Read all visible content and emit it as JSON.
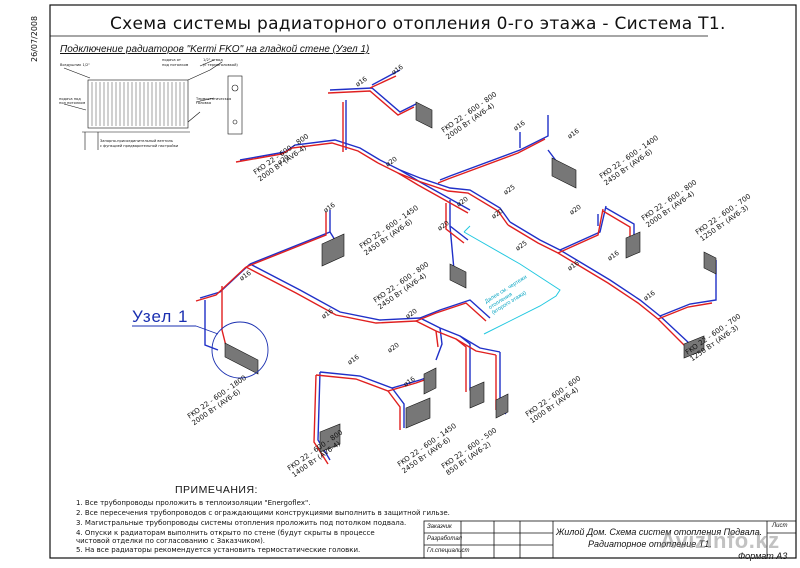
{
  "header": {
    "title": "Схема системы радиаторного отопления 0-го этажа - Система Т1.",
    "subtitle": "Подключение радиаторов \"Kermi FKO\" на гладкой стене (Узел 1)",
    "date": "26/07/2008"
  },
  "uzel": {
    "label": "Узел 1"
  },
  "radiators": [
    {
      "line1": "FKO 22 - 600 - 800",
      "line2": "2000 Вт (AV6-4)"
    },
    {
      "line1": "FKO 22 - 600 - 800",
      "line2": "2000 Вт (AV6-4)"
    },
    {
      "line1": "FKO 22 - 600 - 1400",
      "line2": "2450 Вт (AV6-6)"
    },
    {
      "line1": "FKO 22 - 600 - 800",
      "line2": "2000 Вт (AV6-4)"
    },
    {
      "line1": "FKO 22 - 600 - 700",
      "line2": "1250 Вт (AV6-3)"
    },
    {
      "line1": "FKO 22 - 600 - 1450",
      "line2": "2450 Вт (AV6-6)"
    },
    {
      "line1": "FKO 22 - 600 - 800",
      "line2": "2450 Вт (AV6-4)"
    },
    {
      "line1": "FKO 22 - 600 - 700",
      "line2": "1250 Вт (AV6-3)"
    },
    {
      "line1": "FKO 22 - 600 - 1800",
      "line2": "2000 Вт (AV6-6)"
    },
    {
      "line1": "FKO 22 - 600 - 600",
      "line2": "1000 Вт (AV6-4)"
    },
    {
      "line1": "FKO 22 - 600 - 800",
      "line2": "1400 Вт (AV6-4)"
    },
    {
      "line1": "FKO 22 - 600 - 1450",
      "line2": "2450 Вт (AV6-6)"
    },
    {
      "line1": "FKO 22 - 600 - 500",
      "line2": "850 Вт (AV6-2)"
    }
  ],
  "diameters": [
    "ø16",
    "ø16",
    "ø16",
    "ø16",
    "ø16",
    "ø16",
    "ø20",
    "ø20",
    "ø20",
    "ø20",
    "ø25",
    "ø25",
    "ø20",
    "ø20",
    "ø16",
    "ø16",
    "ø16",
    "ø16",
    "ø16",
    "ø16",
    "ø20",
    "ø20"
  ],
  "cyan_note": "Далее см. чертежи\nотопления\n(второго этажа)",
  "notes": {
    "title": "ПРИМЕЧАНИЯ:",
    "items": [
      "1. Все трубопроводы проложить в теплоизоляции \"Energoflex\".",
      "2. Все пересечения трубопроводов с ограждающими конструкциями выполнить в защитной гильзе.",
      "3. Магистральные трубопроводы системы отопления проложить под потолком подвала.",
      "4. Опуски к радиаторам выполнить открыто по стене (будут скрыты в процессе",
      "    чистовой отделки по согласованию с Заказчиком).",
      "5. На все радиаторы рекомендуется установить термостатические головки."
    ]
  },
  "stamp": {
    "main": "Жилой Дом. Схема систем отопления Подвала.",
    "sub": "Радиаторное отопление Т1.",
    "rows": [
      "Заказчик",
      "Разработал",
      "Гл.специалист"
    ],
    "sheet_label": "Лист",
    "format": "Формат А3"
  },
  "watermark": "AvizInfo.kz",
  "colors": {
    "supply": "#e02020",
    "return": "#2030c8",
    "riser": "#22c8e0",
    "frame": "#111111"
  }
}
